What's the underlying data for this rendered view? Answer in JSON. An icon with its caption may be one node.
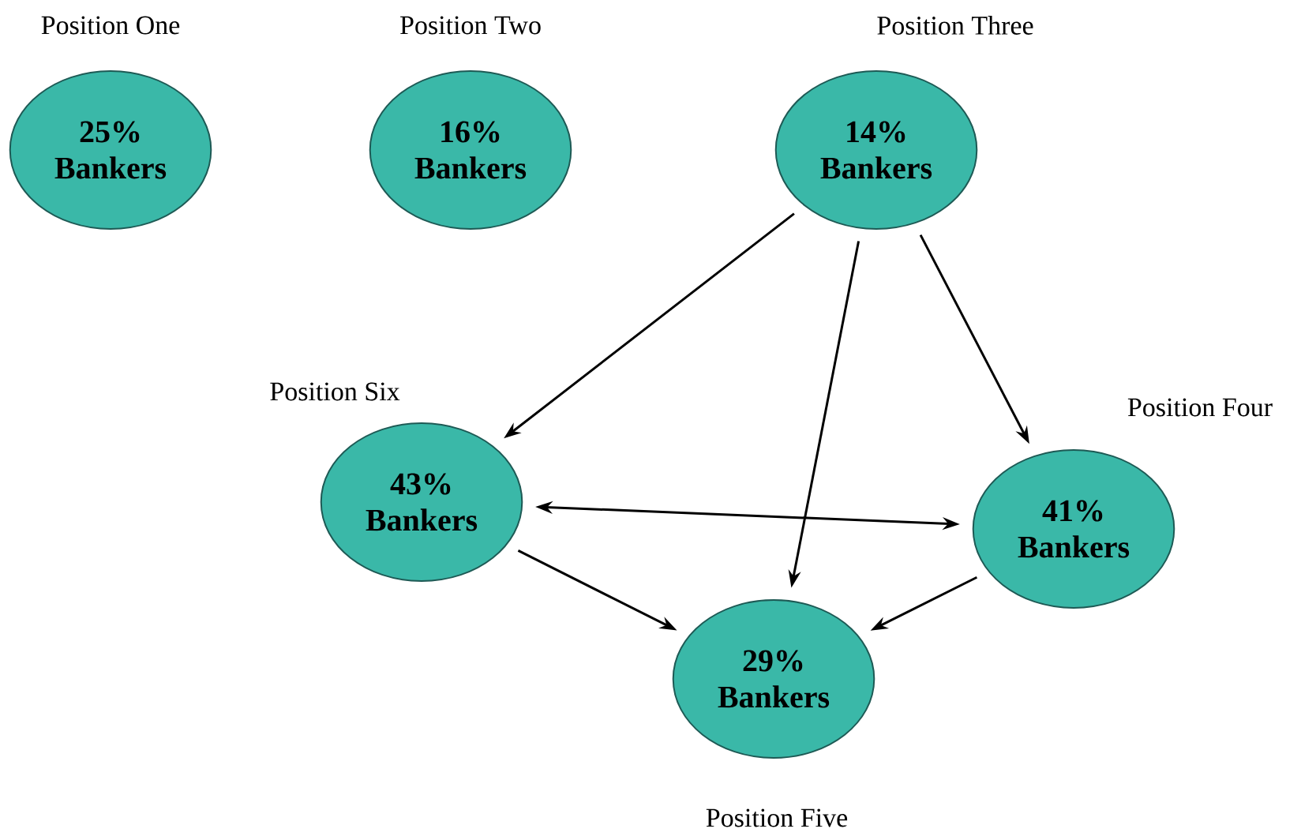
{
  "diagram": {
    "nodes": [
      {
        "text": [
          "Position One",
          "25% Bankers"
        ]
      },
      {
        "text": [
          "Position Two",
          "16% Bankers"
        ]
      },
      {
        "text": [
          "Position Three",
          "14% Bankers"
        ]
      },
      {
        "text": [
          "Position Six",
          "43% Bankers"
        ]
      },
      {
        "text": [
          "Position Four",
          "41% Bankers"
        ]
      },
      {
        "text": [
          "29% Bankers",
          "Position Five"
        ]
      }
    ],
    "edges": [
      {
        "from": 2,
        "to": 3,
        "arrow": "to"
      },
      {
        "from": 2,
        "to": 5,
        "arrow": "to"
      },
      {
        "from": 2,
        "to": 4,
        "arrow": "to"
      },
      {
        "from": 3,
        "to": 4,
        "arrow": "both"
      },
      {
        "from": 3,
        "to": 5,
        "arrow": "to"
      },
      {
        "from": 4,
        "to": 5,
        "arrow": "to"
      }
    ]
  }
}
